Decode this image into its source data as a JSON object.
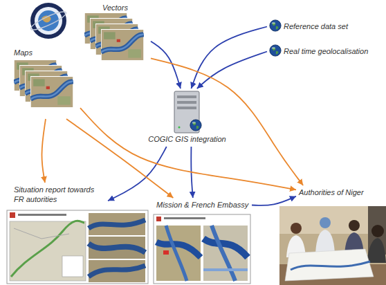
{
  "diagram": {
    "nodes": [
      {
        "text": [
          "Vectors"
        ]
      },
      {
        "text": [
          "Reference data set"
        ]
      },
      {
        "text": [
          "Maps"
        ]
      },
      {
        "text": [
          "Real time geolocalisation"
        ]
      },
      {
        "text": [
          "COGIC GIS integration"
        ]
      },
      {
        "text": [
          "Situation report towards FR autorities"
        ]
      },
      {
        "text": [
          "Authorities of Niger"
        ]
      },
      {
        "text": [
          "Mission & French Embassy"
        ]
      }
    ],
    "edges": [
      {
        "from": 0,
        "to": 4,
        "arrow": "to"
      },
      {
        "from": 1,
        "to": 4,
        "arrow": "to"
      },
      {
        "from": 3,
        "to": 4,
        "arrow": "to"
      },
      {
        "from": 4,
        "to": 5,
        "arrow": "to"
      },
      {
        "from": 4,
        "to": 7,
        "arrow": "to"
      },
      {
        "from": 7,
        "to": 6,
        "arrow": "to"
      },
      {
        "from": 0,
        "to": 6,
        "arrow": "to"
      },
      {
        "from": 2,
        "to": 5,
        "arrow": "to"
      },
      {
        "from": 2,
        "to": 7,
        "arrow": "to"
      },
      {
        "from": 2,
        "to": 6,
        "arrow": "to"
      }
    ]
  }
}
